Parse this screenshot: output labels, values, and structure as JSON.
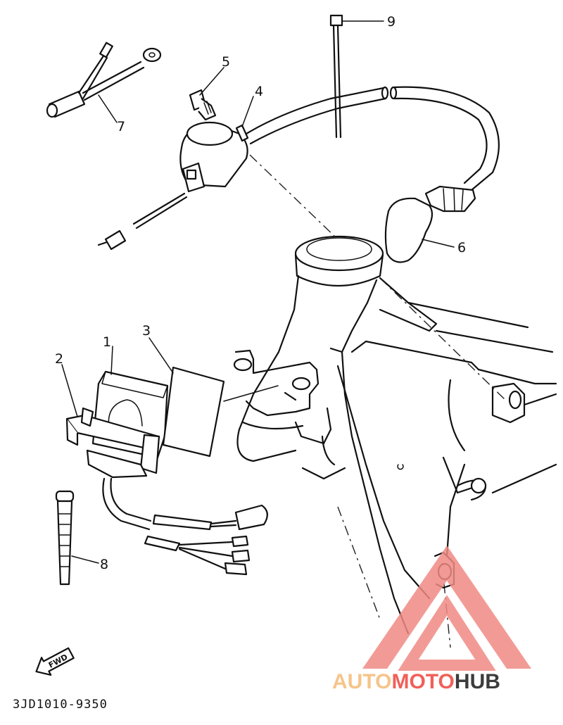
{
  "diagram": {
    "callouts": [
      {
        "id": "1",
        "label": "1"
      },
      {
        "id": "2",
        "label": "2"
      },
      {
        "id": "3",
        "label": "3"
      },
      {
        "id": "4",
        "label": "4"
      },
      {
        "id": "5",
        "label": "5"
      },
      {
        "id": "6",
        "label": "6"
      },
      {
        "id": "7",
        "label": "7"
      },
      {
        "id": "8",
        "label": "8"
      },
      {
        "id": "9",
        "label": "9"
      }
    ],
    "direction_label": "FWD",
    "drawing_code": "3JD1010-9350"
  },
  "watermark": {
    "part1": "AUTO",
    "part2": "MOTO",
    "part3": "HUB",
    "colors": {
      "auto": "#f6c48a",
      "moto": "#f0605a",
      "hub": "#3c3c3c",
      "triangle": "#f08a84"
    }
  }
}
